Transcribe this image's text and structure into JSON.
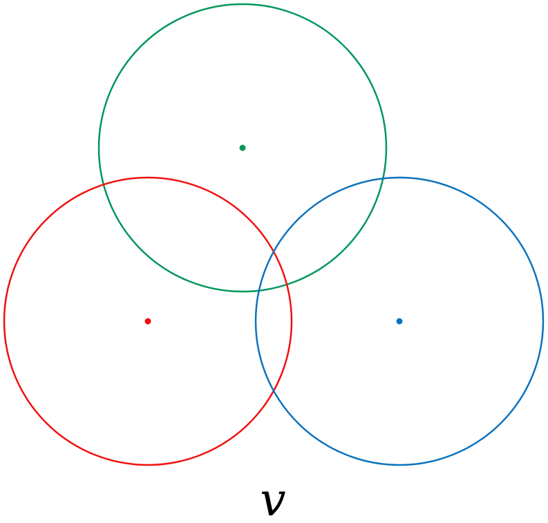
{
  "diagram": {
    "label": "v",
    "circles": [
      {
        "name": "green",
        "color": "#00975a"
      },
      {
        "name": "red",
        "color": "#f01010"
      },
      {
        "name": "blue",
        "color": "#0b72bd"
      }
    ]
  }
}
